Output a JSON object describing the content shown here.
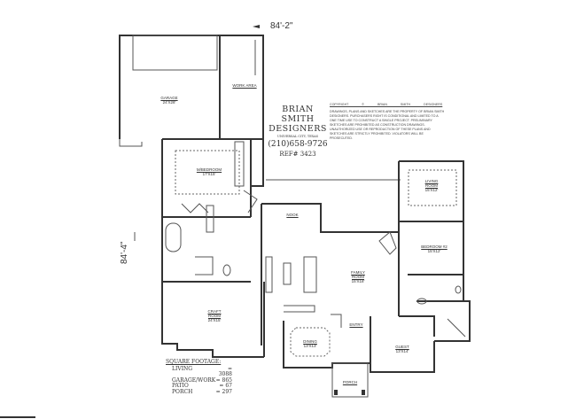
{
  "plan": {
    "width_dimension": "84'-2\"",
    "depth_dimension": "84'-4\"",
    "rooms": [
      {
        "name": "GARAGE",
        "size": "24'X28'"
      },
      {
        "name": "WORK AREA"
      },
      {
        "name": "M/BEDROOM",
        "size": "17'X15'"
      },
      {
        "name": "LIVING ROOM",
        "size": "15'X12'"
      },
      {
        "name": "NOOK"
      },
      {
        "name": "BEDROOM #2",
        "size": "15'X12'"
      },
      {
        "name": "FAMILY ROOM",
        "size": "15'X18'"
      },
      {
        "name": "CRAFT ROOM",
        "size": "24'X15'"
      },
      {
        "name": "ENTRY"
      },
      {
        "name": "DINING",
        "size": "13'X13'"
      },
      {
        "name": "GUEST",
        "size": "13'X14'"
      },
      {
        "name": "PORCH"
      }
    ]
  },
  "designer": {
    "name_line1": "BRIAN SMITH",
    "name_line2": "DESIGNERS",
    "location": "UNIVERSAL CITY, TEXAS",
    "phone": "(210)658-9726",
    "ref": "REF# 3423"
  },
  "copyright": {
    "heading": "COPYRIGHT ©  BRIAN SMITH DESIGNERS",
    "text": "DRAWINGS, PLANS AND SKETCHES ARE THE PROPERTY OF BRIAN SMITH DESIGNERS. PURCHASERS RIGHT IS CONDITIONAL AND LIMITED TO A ONE TIME USE TO CONSTRUCT A SINGLE PROJECT. PRELIMINARY SKETCHES ARE PROHIBITED AS CONSTRUCTION DRAWINGS. UNAUTHORIZED USE OR REPRODUCTION OF THESE PLANS AND SKETCHES ARE STRICTLY PROHIBITED. VIOLATORS WILL BE PROSECUTED."
  },
  "square_footage": {
    "heading": "SQUARE FOOTAGE:",
    "rows": [
      {
        "label": "LIVING",
        "value": "= 3088"
      },
      {
        "label": "GARAGE/WORK",
        "value": "= 865"
      },
      {
        "label": "PATIO",
        "value": "= 67"
      },
      {
        "label": "PORCH",
        "value": "= 297"
      }
    ]
  }
}
